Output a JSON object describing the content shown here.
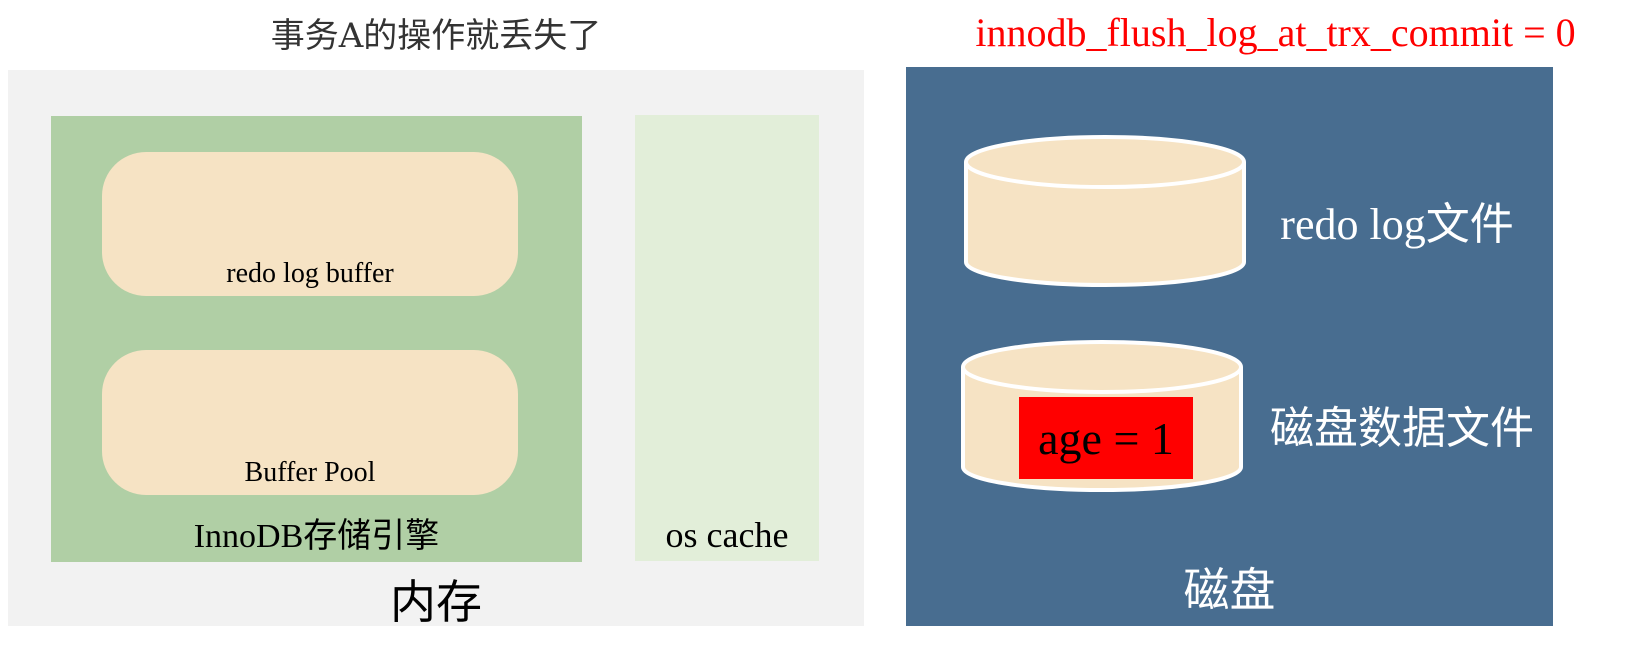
{
  "header": {
    "caption": "事务A的操作就丢失了",
    "config": "innodb_flush_log_at_trx_commit = 0"
  },
  "memory": {
    "redo_log_buffer": "redo log buffer",
    "buffer_pool": "Buffer Pool",
    "innodb_label": "InnoDB存储引擎",
    "os_cache_label": "os cache",
    "label": "内存"
  },
  "disk": {
    "redo_file_label": "redo log文件",
    "data_file_label": "磁盘数据文件",
    "data_value": "age = 1",
    "label": "磁盘"
  },
  "colors": {
    "memory_bg": "#f2f2f2",
    "innodb_green": "#b0cfa5",
    "os_cache_green": "#e2eed9",
    "buffer_beige": "#f6e3c4",
    "disk_blue": "#486d90",
    "alert_red": "#ff0000"
  }
}
